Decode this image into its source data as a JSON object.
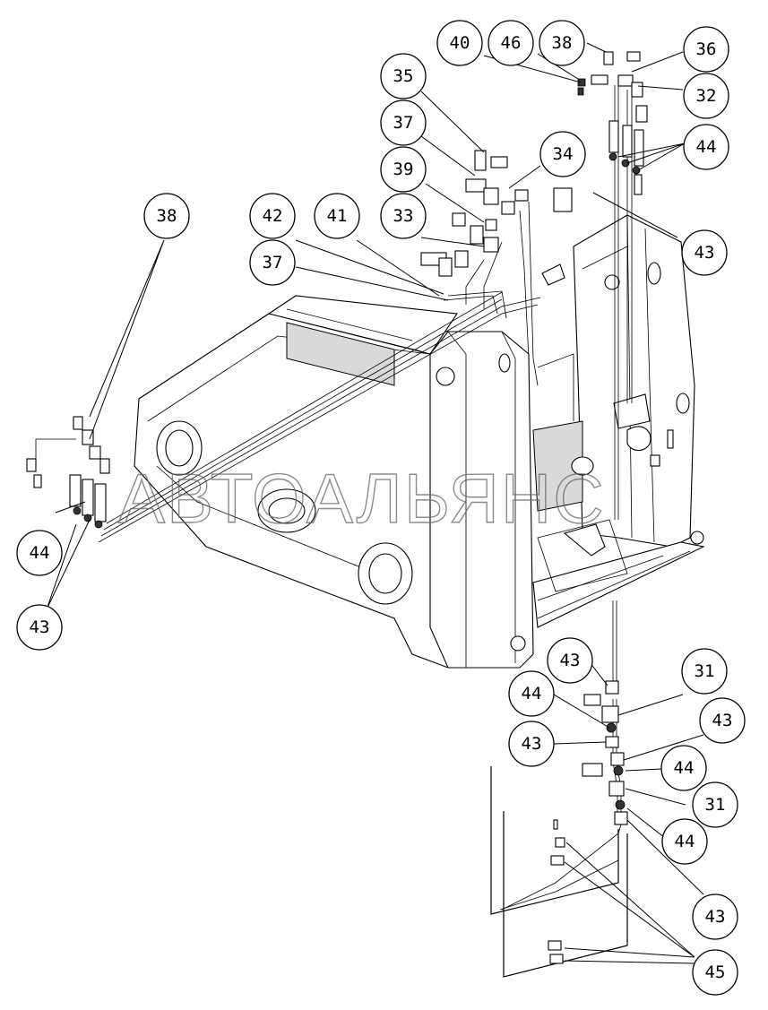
{
  "watermark": "АВТОАЛЬЯНС",
  "callouts": [
    {
      "label": "40"
    },
    {
      "label": "46"
    },
    {
      "label": "38"
    },
    {
      "label": "36"
    },
    {
      "label": "32"
    },
    {
      "label": "35"
    },
    {
      "label": "37"
    },
    {
      "label": "34"
    },
    {
      "label": "44"
    },
    {
      "label": "39"
    },
    {
      "label": "38"
    },
    {
      "label": "42"
    },
    {
      "label": "41"
    },
    {
      "label": "33"
    },
    {
      "label": "43"
    },
    {
      "label": "37"
    },
    {
      "label": "44"
    },
    {
      "label": "43"
    },
    {
      "label": "43"
    },
    {
      "label": "31"
    },
    {
      "label": "44"
    },
    {
      "label": "43"
    },
    {
      "label": "43"
    },
    {
      "label": "44"
    },
    {
      "label": "31"
    },
    {
      "label": "44"
    },
    {
      "label": "43"
    },
    {
      "label": "45"
    }
  ]
}
